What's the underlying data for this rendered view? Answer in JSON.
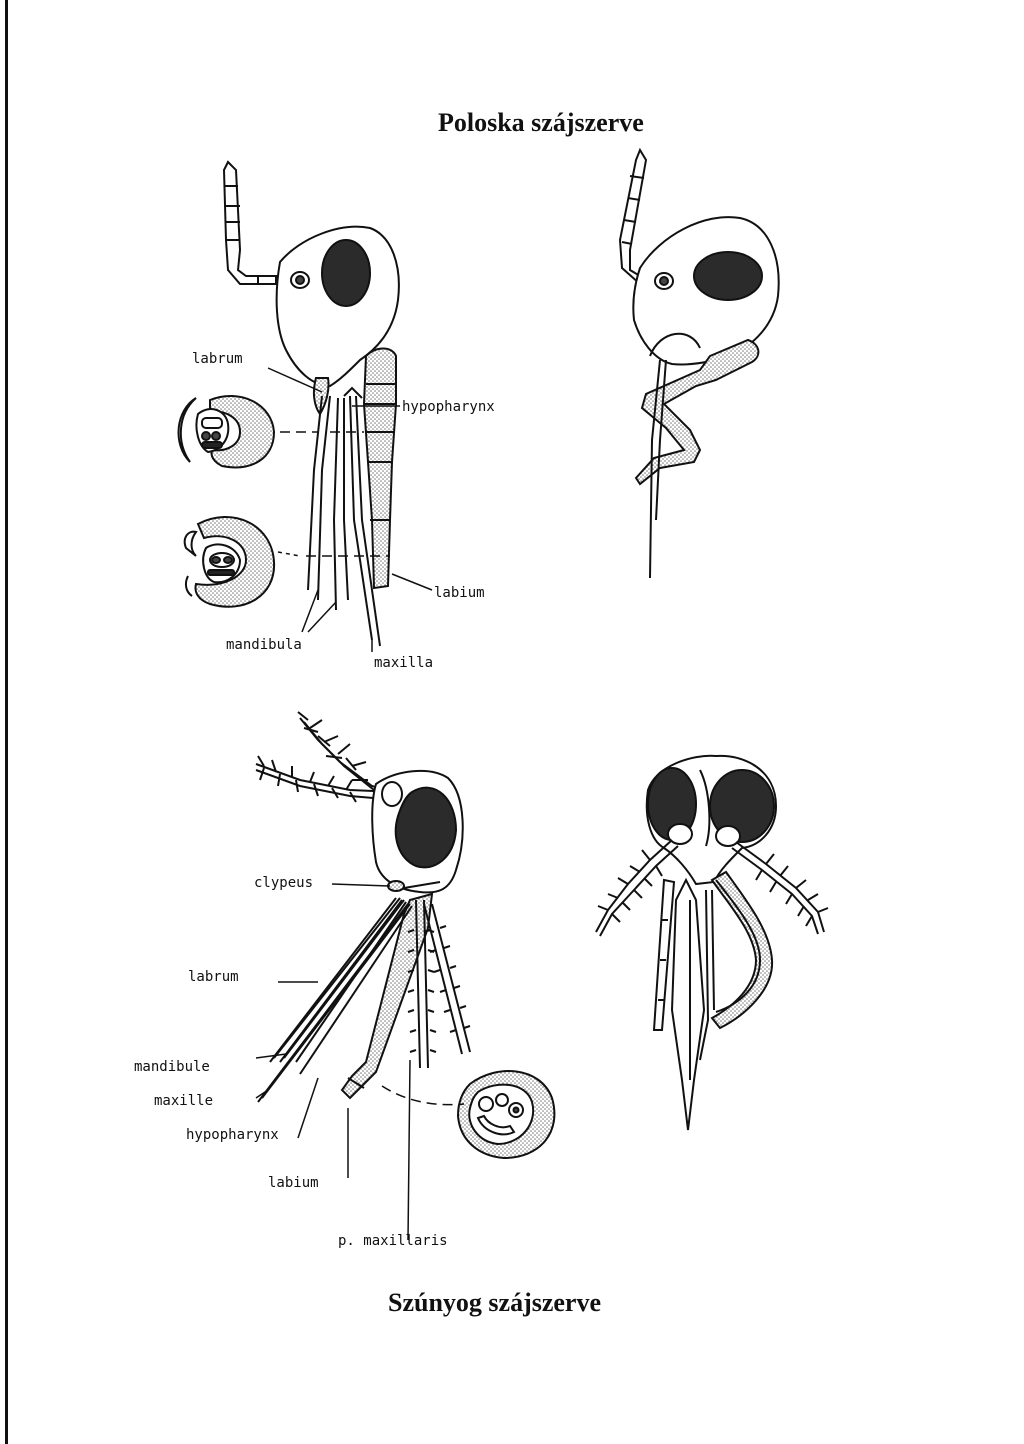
{
  "titles": {
    "bug": "Poloska szájszerve",
    "mosquito": "Szúnyog szájszerve"
  },
  "bug_labels": {
    "labrum": "labrum",
    "hypopharynx": "hypopharynx",
    "labium": "labium",
    "mandibula": "mandibula",
    "maxilla": "maxilla"
  },
  "mosquito_labels": {
    "clypeus": "clypeus",
    "labrum": "labrum",
    "mandibule": "mandibule",
    "maxille": "maxille",
    "hypopharynx": "hypopharynx",
    "labium": "labium",
    "p_maxillaris": "p. maxillaris"
  }
}
